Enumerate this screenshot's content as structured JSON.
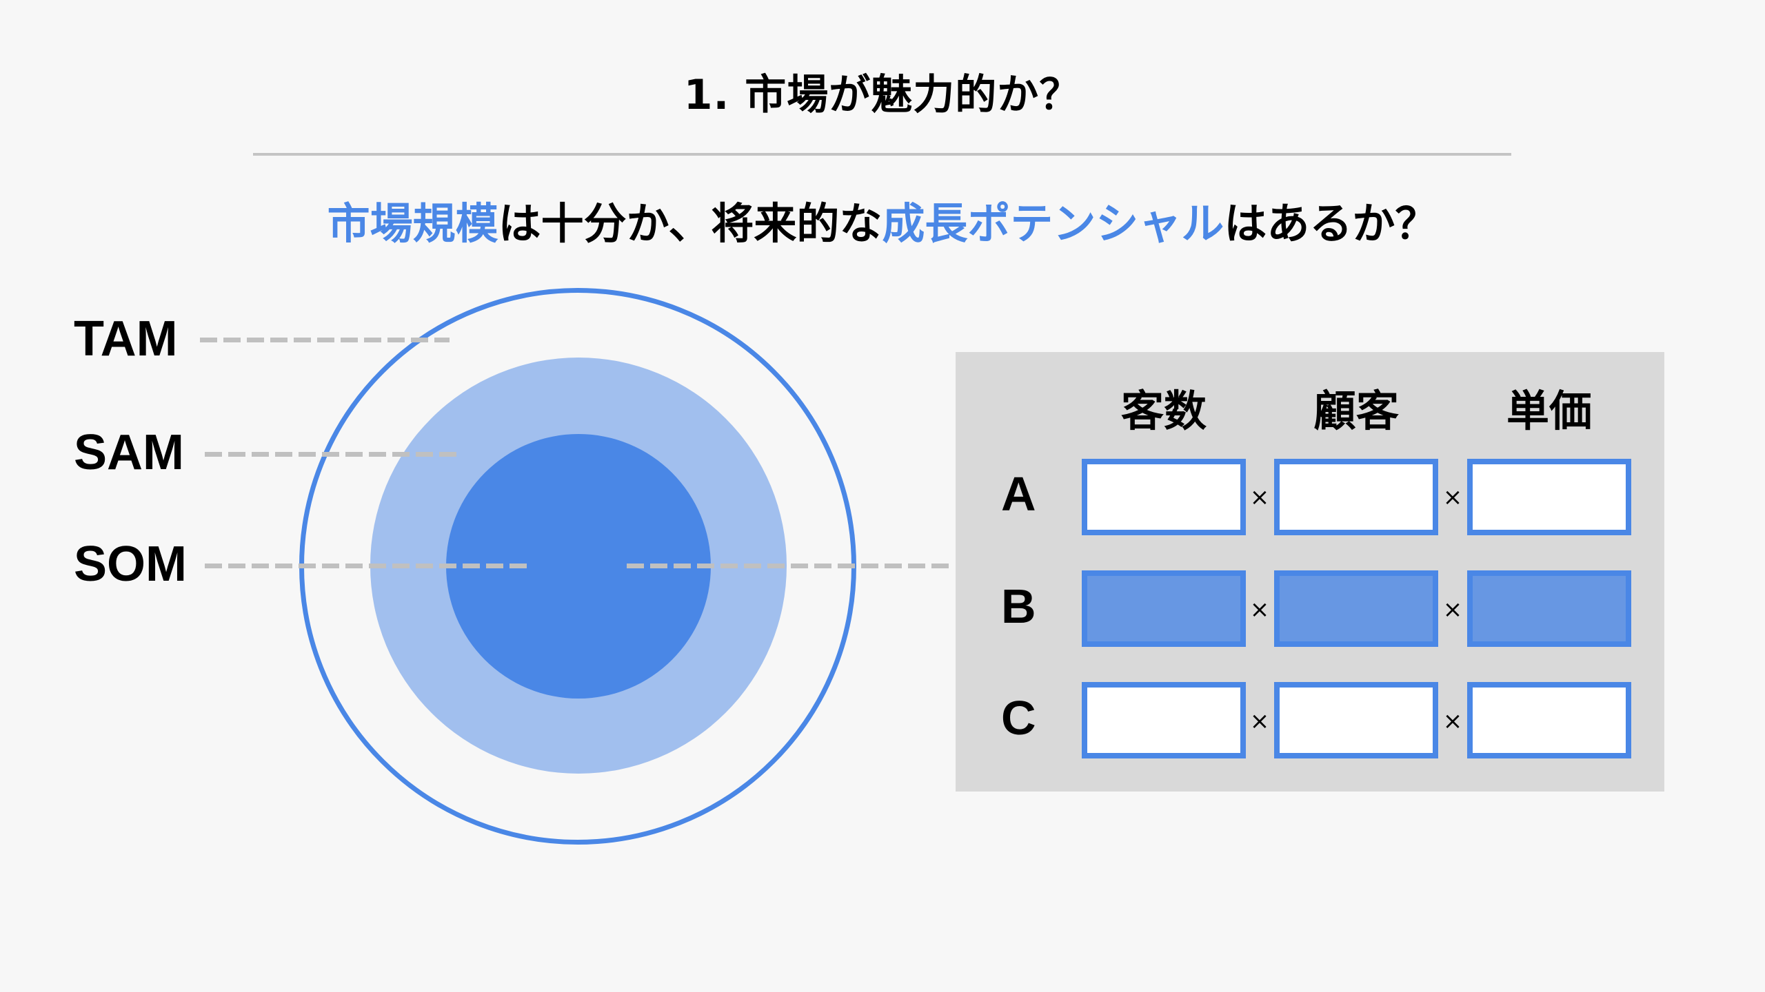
{
  "header": {
    "title": "1. 市場が魅力的か？"
  },
  "subtitle": {
    "parts": [
      {
        "text": "市場規模",
        "highlight": true
      },
      {
        "text": "は十分か、将来的な",
        "highlight": false
      },
      {
        "text": "成長ポテンシャル",
        "highlight": true
      },
      {
        "text": "はあるか？",
        "highlight": false
      }
    ]
  },
  "diagram": {
    "labels": [
      "TAM",
      "SAM",
      "SOM"
    ],
    "circles": [
      {
        "name": "TAM",
        "style": "outline",
        "color": "#4A87E6"
      },
      {
        "name": "SAM",
        "style": "fill",
        "color": "#A1BFEE"
      },
      {
        "name": "SOM",
        "style": "fill",
        "color": "#4A87E6"
      }
    ],
    "leader_line_color": "#C0C0C0"
  },
  "table": {
    "columns": [
      "客数",
      "顧客",
      "単価"
    ],
    "operator": "×",
    "rows": [
      {
        "label": "A",
        "highlighted": false,
        "cells": [
          "",
          "",
          ""
        ]
      },
      {
        "label": "B",
        "highlighted": true,
        "cells": [
          "",
          "",
          ""
        ]
      },
      {
        "label": "C",
        "highlighted": false,
        "cells": [
          "",
          "",
          ""
        ]
      }
    ]
  },
  "colors": {
    "accent": "#4A87E6",
    "accent_light": "#A1BFEE",
    "highlight_cell": "#6797E3",
    "panel_bg": "#D9D9D9",
    "page_bg": "#F7F7F7",
    "divider": "#C4C4C4"
  }
}
